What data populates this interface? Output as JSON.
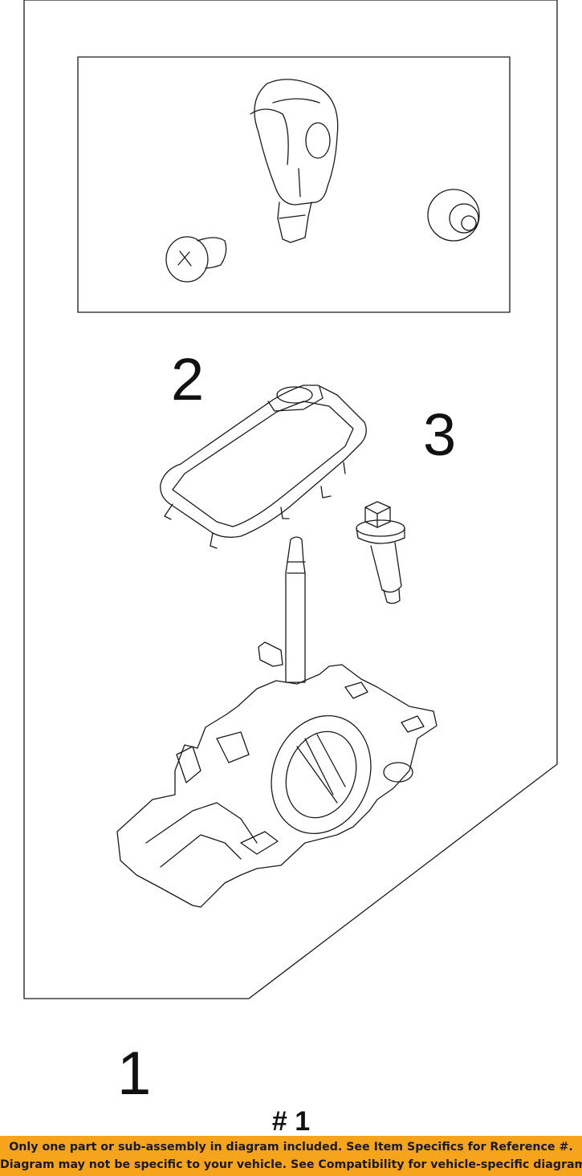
{
  "callouts": {
    "part_1": "1",
    "part_2": "2",
    "part_3": "3"
  },
  "reference_label": "# 1",
  "disclaimer": {
    "line1": "Only one part or sub-assembly in diagram included. See Item Specifics for Reference #.",
    "line2": "Diagram may not be specific to your vehicle. See Compatibility for vehicle-specific diagrams."
  },
  "colors": {
    "banner": "#f5a41c",
    "line_art": "#1a1a1a",
    "background": "#ffffff"
  }
}
